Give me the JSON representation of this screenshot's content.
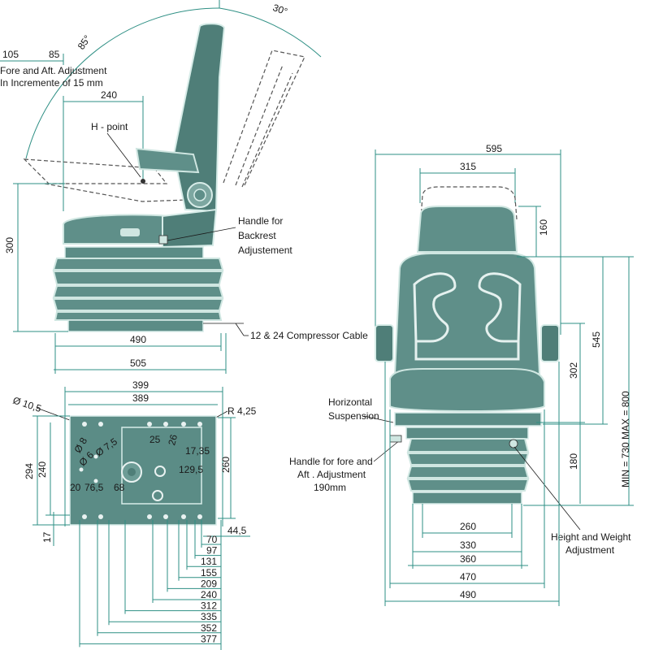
{
  "colors": {
    "dimension": "#2e8f84",
    "seat": "#5f8f89",
    "seat_outline": "#cfe6e1"
  },
  "side_view": {
    "angles": {
      "recline_max": "85°",
      "forward": "30°"
    },
    "fore_aft": {
      "left_value": "105",
      "right_value": "85",
      "caption_line1": "Fore and Aft. Adjustment",
      "caption_line2": "In Incremente of 15 mm"
    },
    "hpoint_offset": "240",
    "hpoint_label": "H - point",
    "height": "300",
    "backrest_handle": {
      "line1": "Handle for",
      "line2": "Backrest",
      "line3": "Adjustement"
    },
    "compressor_label": "12 & 24 Compressor Cable",
    "width_inner": "490",
    "width_outer": "505"
  },
  "front_view": {
    "overall_width": "595",
    "headrest_width": "315",
    "headrest_travel": "160",
    "backrest_height": "545",
    "armrest_height": "302",
    "suspension_height": "180",
    "total_height": "MIN = 730   MAX = 800",
    "horizontal_label": {
      "line1": "Horizontal",
      "line2": "Suspension"
    },
    "fore_aft_handle": {
      "line1": "Handle for fore and",
      "line2": "Aft . Adjustment",
      "line3": "190mm"
    },
    "height_weight": {
      "line1": "Height and Weight",
      "line2": "Adjustment"
    },
    "widths": [
      "260",
      "330",
      "360",
      "470",
      "490"
    ]
  },
  "base_plate": {
    "hole_dia": "Ø 10,5",
    "radius": "R 4,25",
    "width_outer": "399",
    "width_inner": "389",
    "height_outer": "294",
    "height_inner": "240",
    "right_height": "260",
    "bottom_offset": "17",
    "inner_labels": {
      "d8": "Ø 8",
      "d6": "Ø 6",
      "d75": "Ø 7,5",
      "v20": "20",
      "v765": "76,5",
      "v68": "68",
      "v25": "25",
      "v26": "26",
      "v1735": "17,35",
      "v1295": "129,5"
    },
    "right_offset": "44,5",
    "bottom_dims": [
      "70",
      "97",
      "131",
      "155",
      "209",
      "240",
      "312",
      "335",
      "352",
      "377"
    ]
  }
}
